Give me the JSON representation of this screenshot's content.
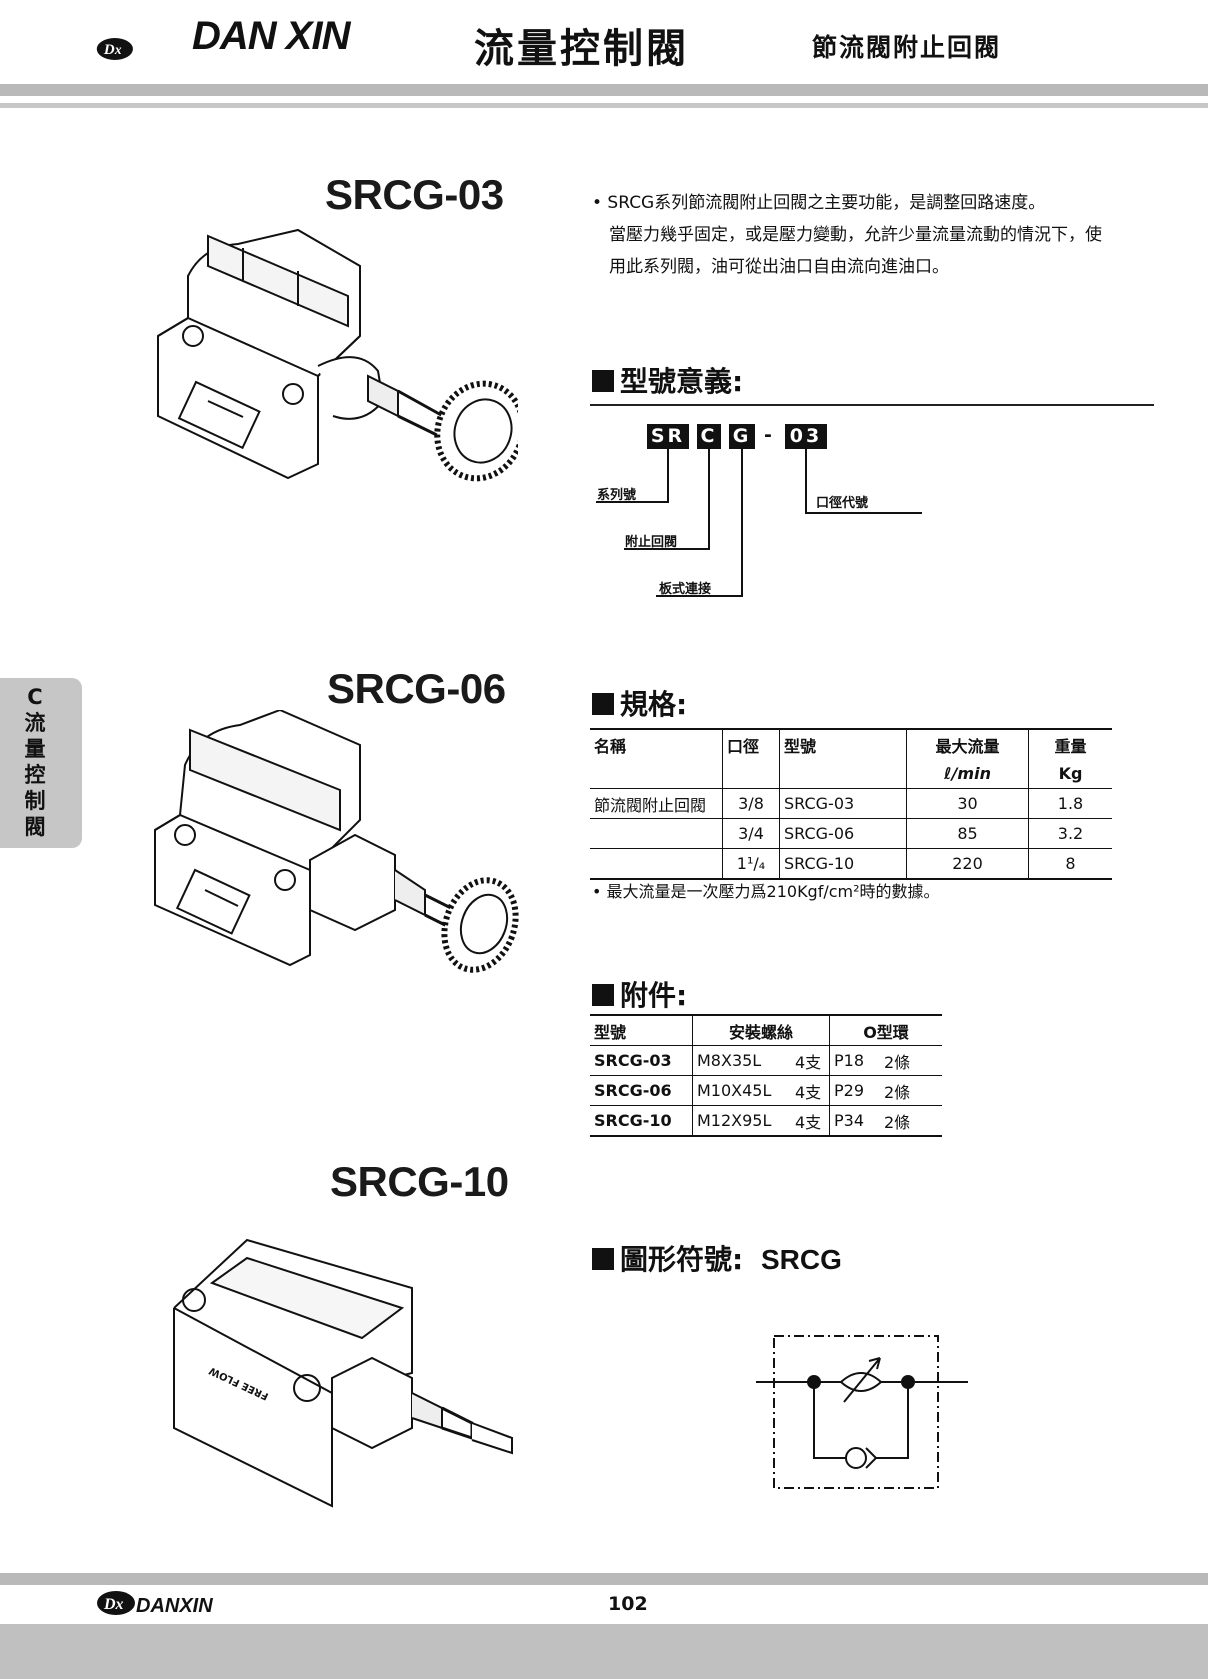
{
  "brand": {
    "name": "DAN XIN",
    "footer_name": "DANXIN"
  },
  "header": {
    "title": "流量控制閥",
    "subtitle": "節流閥附止回閥"
  },
  "side_tab": {
    "chars": [
      "C",
      "流",
      "量",
      "控",
      "制",
      "閥"
    ]
  },
  "models": {
    "m03": "SRCG-03",
    "m06": "SRCG-06",
    "m10": "SRCG-10"
  },
  "description": {
    "line1": "• SRCG系列節流閥附止回閥之主要功能，是調整回路速度。",
    "line2": "當壓力幾乎固定，或是壓力變動，允許少量流量流動的情況下，使",
    "line3": "用此系列閥，油可從出油口自由流向進油口。"
  },
  "model_meaning": {
    "heading": "型號意義:",
    "codes": [
      "SR",
      "C",
      "G",
      "-",
      "03"
    ],
    "labels": {
      "series": "系列號",
      "check": "附止回閥",
      "plate": "板式連接",
      "size": "口徑代號"
    }
  },
  "spec": {
    "heading": "規格:",
    "headers": [
      "名稱",
      "口徑",
      "型號",
      "最大流量",
      "重量"
    ],
    "units": [
      "",
      "",
      "",
      "ℓ/min",
      "Kg"
    ],
    "rows": [
      {
        "name": "節流閥附止回閥",
        "size": "3/8",
        "model": "SRCG-03",
        "flow": "30",
        "weight": "1.8"
      },
      {
        "name": "",
        "size": "3/4",
        "model": "SRCG-06",
        "flow": "85",
        "weight": "3.2"
      },
      {
        "name": "",
        "size": "1¹/₄",
        "model": "SRCG-10",
        "flow": "220",
        "weight": "8"
      }
    ],
    "note": "• 最大流量是一次壓力爲210Kgf/cm²時的數據。"
  },
  "accessories": {
    "heading": "附件:",
    "headers": [
      "型號",
      "安裝螺絲",
      "O型環"
    ],
    "rows": [
      {
        "model": "SRCG-03",
        "bolt": "M8X35L",
        "bolt_qty": "4支",
        "oring": "P18",
        "oring_qty": "2條"
      },
      {
        "model": "SRCG-06",
        "bolt": "M10X45L",
        "bolt_qty": "4支",
        "oring": "P29",
        "oring_qty": "2條"
      },
      {
        "model": "SRCG-10",
        "bolt": "M12X95L",
        "bolt_qty": "4支",
        "oring": "P34",
        "oring_qty": "2條"
      }
    ]
  },
  "symbol": {
    "heading": "圖形符號:",
    "code": "SRCG"
  },
  "page_number": "102"
}
